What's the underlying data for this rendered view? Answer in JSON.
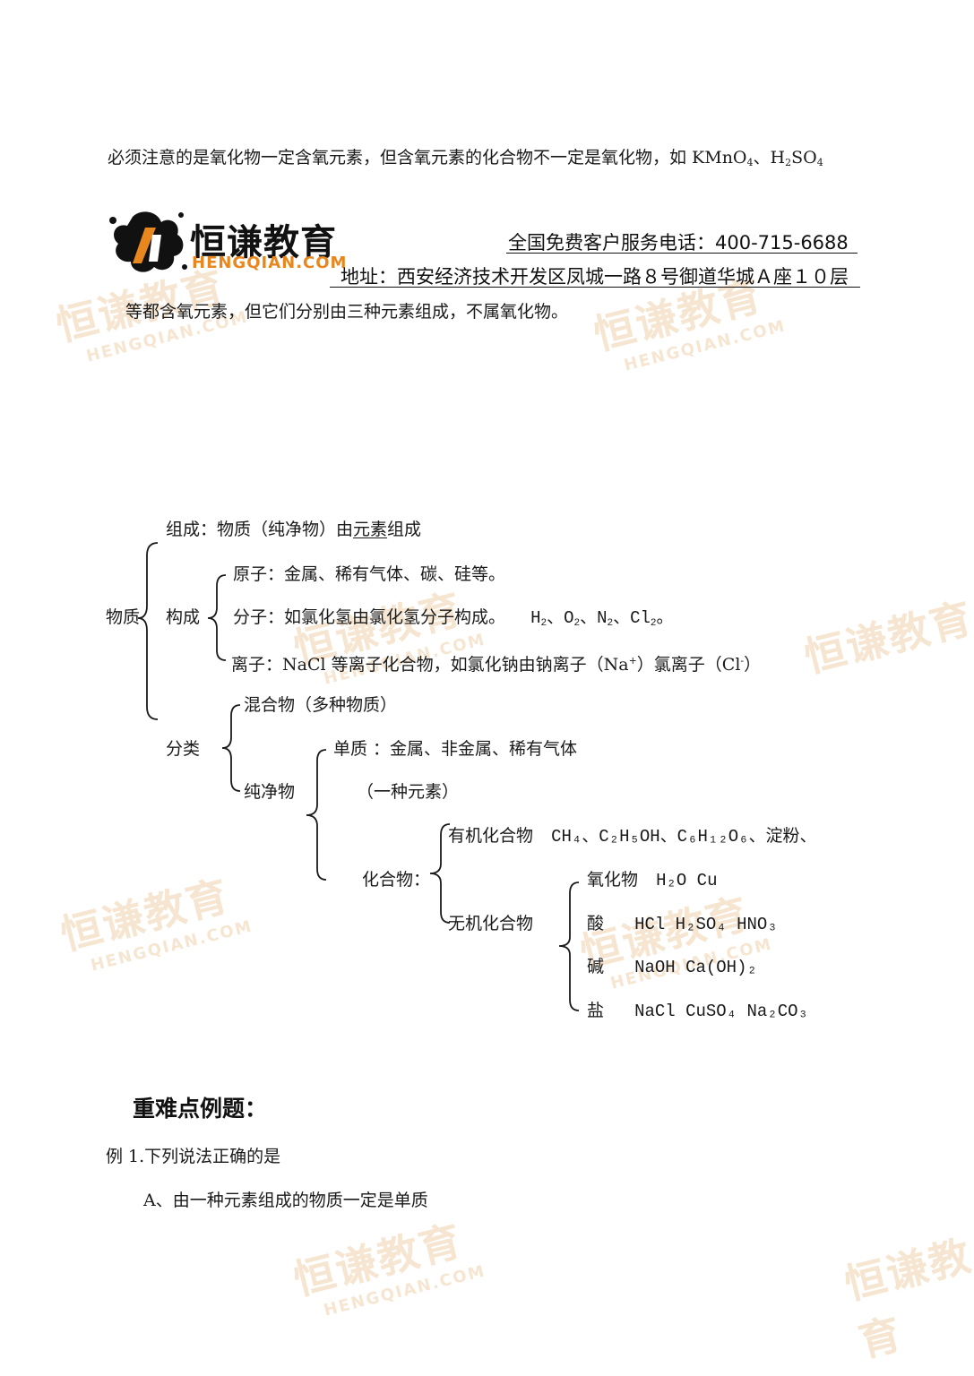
{
  "header": {
    "brand_cn": "恒谦教育",
    "brand_en": "HENGQIAN.COM",
    "hotline": "全国免费客户服务电话：400-715-6688",
    "address": "地址：西安经济技术开发区凤城一路８号御道华城Ａ座１０层"
  },
  "watermark": {
    "cn": "恒谦教育",
    "en": "HENGQIAN.COM"
  },
  "note": {
    "line1_prefix": "必须注意的是氧化物一定含氧元素，但含氧元素的化合物不一定是氧化物，如 KMnO",
    "line1_sub1": "4",
    "line1_mid": "、H",
    "line1_sub2": "2",
    "line1_mid2": "SO",
    "line1_sub3": "4",
    "line2": "等都含氧元素，但它们分别由三种元素组成，不属氧化物。"
  },
  "diagram": {
    "root": "物质",
    "composition_label": "组成：",
    "composition_pre": "物质（纯净物）由",
    "composition_underlined": "元素",
    "composition_post": "组成",
    "structure": "构成",
    "atom": "原子：金属、稀有气体、碳、硅等。",
    "molecule": "分子：如氯化氢由氯化氢分子构成。",
    "molecule_formulas": [
      "H",
      "2",
      "、O",
      "2",
      "、N",
      "2",
      "、Cl",
      "2",
      "。"
    ],
    "ion_pre": "离子：NaCl 等离子化合物，如氯化钠由钠离子（Na",
    "ion_sup": "+",
    "ion_post": "）氯离子（Cl",
    "ion_sup2": "-",
    "ion_end": "）",
    "classification": "分类",
    "mixture": "混合物（多种物质）",
    "pure": "纯净物",
    "element_substance": "单质 ：金属、非金属、稀有气体",
    "one_element": "（一种元素）",
    "compound": "化合物",
    "organic": "有机化合物",
    "organic_examples": "CH₄、C₂H₅OH、C₆H₁₂O₆、淀粉、",
    "inorganic": "无机化合物",
    "oxide": "氧化物",
    "oxide_examples": "H₂O  Cu",
    "acid": "酸",
    "acid_examples": "HCl  H₂SO₄  HNO₃",
    "base": "碱",
    "base_examples": "NaOH  Ca(OH)₂",
    "salt": "盐",
    "salt_examples": "NaCl CuSO₄ Na₂CO₃"
  },
  "examples": {
    "title": "重难点例题：",
    "q1": "例 1.下列说法正确的是",
    "q1_a": "A、由一种元素组成的物质一定是单质"
  },
  "colors": {
    "brand_orange": "#e8871e",
    "watermark": "#e0a65a",
    "text": "#1a1a1a"
  }
}
